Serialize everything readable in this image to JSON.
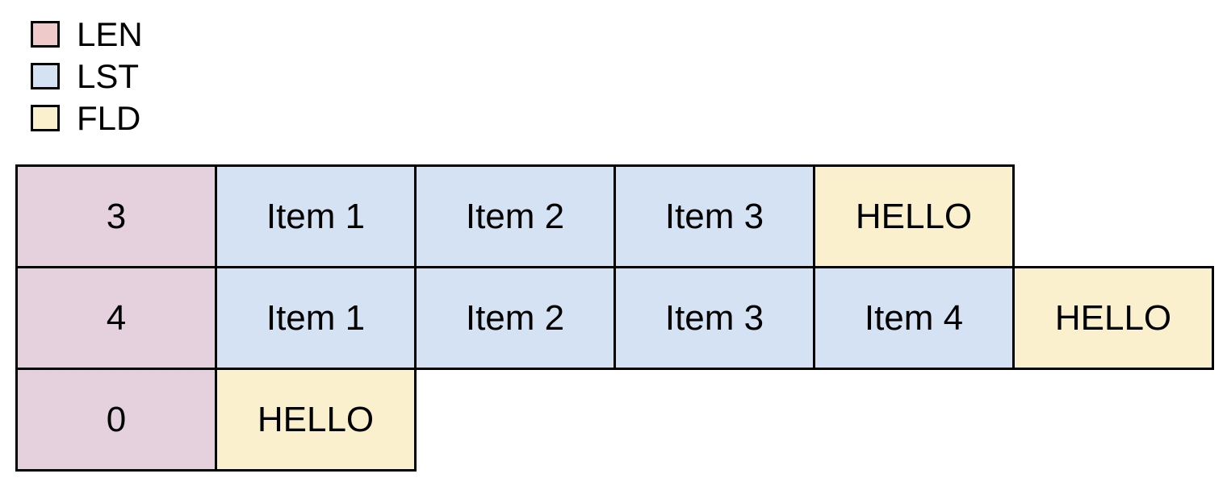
{
  "colors": {
    "background": "#ffffff",
    "border": "#000000",
    "text": "#000000",
    "legend_len": "#eecaca",
    "legend_lst": "#d5e2f3",
    "legend_fld": "#faf0cd",
    "cell_len": "#e5d1dd",
    "cell_lst": "#d5e2f3",
    "cell_fld": "#faf0cd"
  },
  "legend": {
    "items": [
      {
        "id": "len",
        "label": "LEN"
      },
      {
        "id": "lst",
        "label": "LST"
      },
      {
        "id": "fld",
        "label": "FLD"
      }
    ]
  },
  "rows": [
    {
      "cells": [
        {
          "type": "len",
          "text": "3"
        },
        {
          "type": "lst",
          "text": "Item 1"
        },
        {
          "type": "lst",
          "text": "Item 2"
        },
        {
          "type": "lst",
          "text": "Item 3"
        },
        {
          "type": "fld",
          "text": "HELLO"
        }
      ]
    },
    {
      "cells": [
        {
          "type": "len",
          "text": "4"
        },
        {
          "type": "lst",
          "text": "Item 1"
        },
        {
          "type": "lst",
          "text": "Item 2"
        },
        {
          "type": "lst",
          "text": "Item 3"
        },
        {
          "type": "lst",
          "text": "Item 4"
        },
        {
          "type": "fld",
          "text": "HELLO"
        }
      ]
    },
    {
      "cells": [
        {
          "type": "len",
          "text": "0"
        },
        {
          "type": "fld",
          "text": "HELLO"
        }
      ]
    }
  ]
}
